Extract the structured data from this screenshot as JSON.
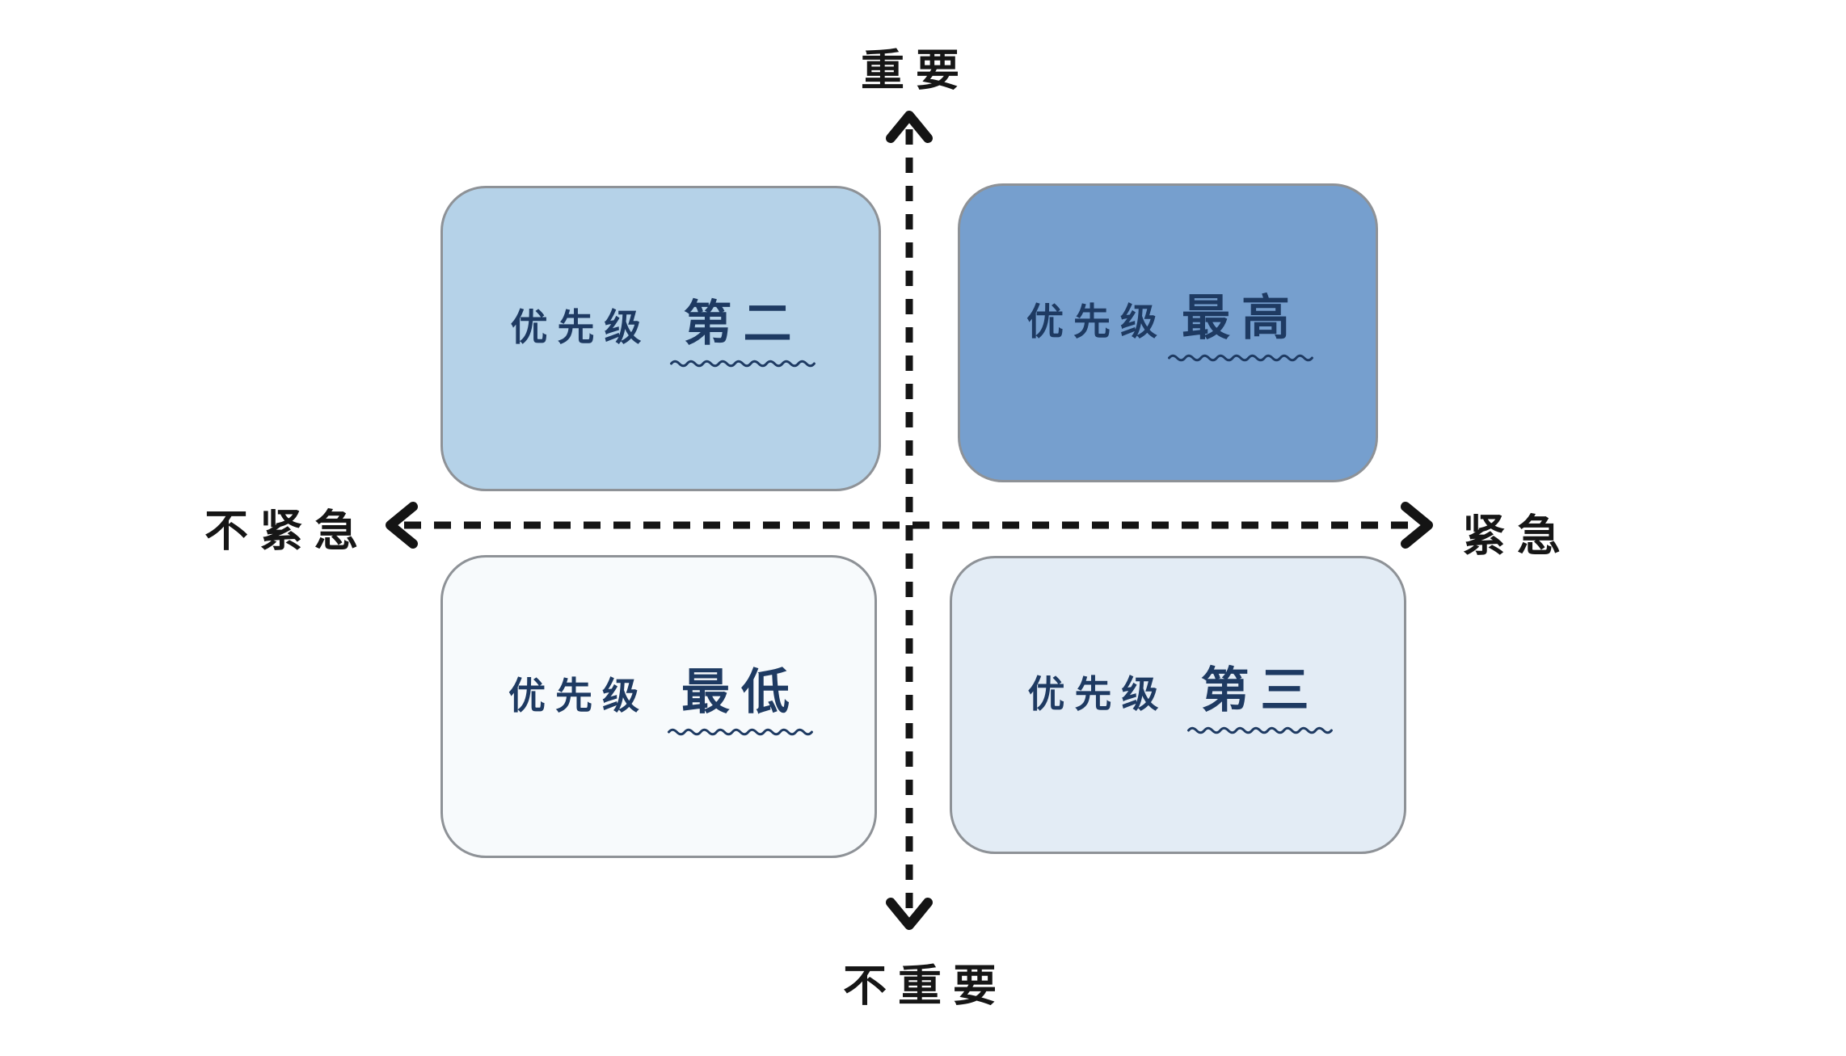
{
  "matrix": {
    "title_semantic": "priority-quadrant-matrix",
    "axes": {
      "top": "重要",
      "bottom": "不重要",
      "left": "不紧急",
      "right": "紧急"
    },
    "quadrants": [
      {
        "position": "top-left",
        "prefix": "优先级",
        "priority": "第二",
        "fill": "#b5d2e8"
      },
      {
        "position": "top-right",
        "prefix": "优先级",
        "priority": "最高",
        "fill": "#769fce"
      },
      {
        "position": "bottom-left",
        "prefix": "优先级",
        "priority": "最低",
        "fill": "#f7fafc"
      },
      {
        "position": "bottom-right",
        "prefix": "优先级",
        "priority": "第三",
        "fill": "#e3ecf5"
      }
    ],
    "colors": {
      "background": "#ffffff",
      "axis": "#141414",
      "axis_label_text": "#161616",
      "box_border": "#8e9297",
      "box_text": "#1e3a62",
      "underline": "#1e3a62"
    }
  }
}
